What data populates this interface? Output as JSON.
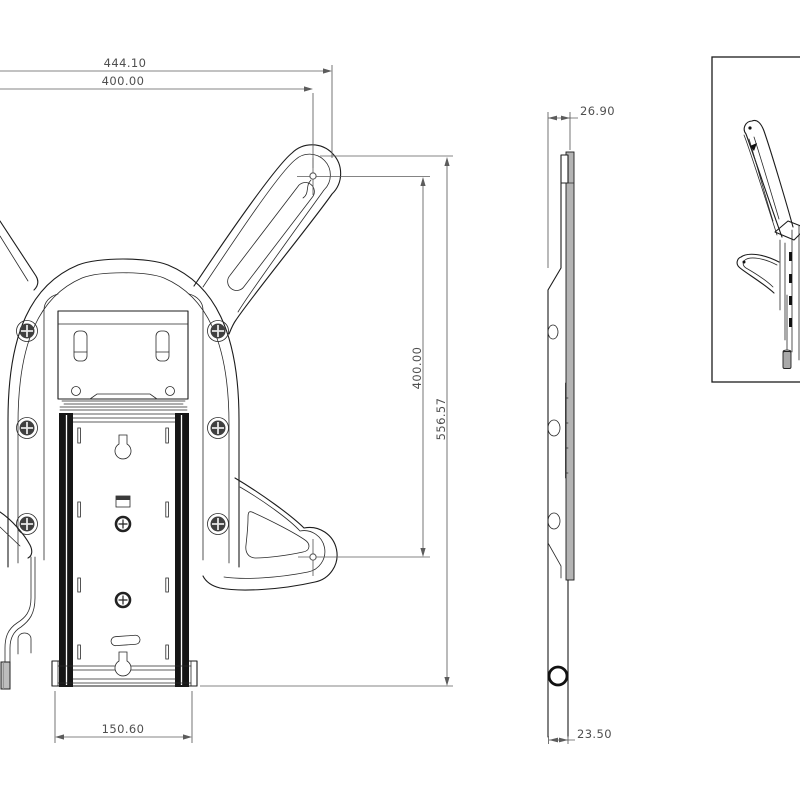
{
  "front_view": {
    "dimensions": {
      "overall_width": "444.10",
      "mount_hole_width": "400.00",
      "mount_hole_height": "400.00",
      "overall_height": "556.57",
      "base_width": "150.60"
    }
  },
  "side_view": {
    "dimensions": {
      "top_depth": "26.90",
      "bottom_depth": "23.50"
    }
  },
  "colors": {
    "line": "#1c1c1c",
    "dimension": "#5c5c5c",
    "gray_fill": "#b4b4b4",
    "background": "#ffffff"
  }
}
